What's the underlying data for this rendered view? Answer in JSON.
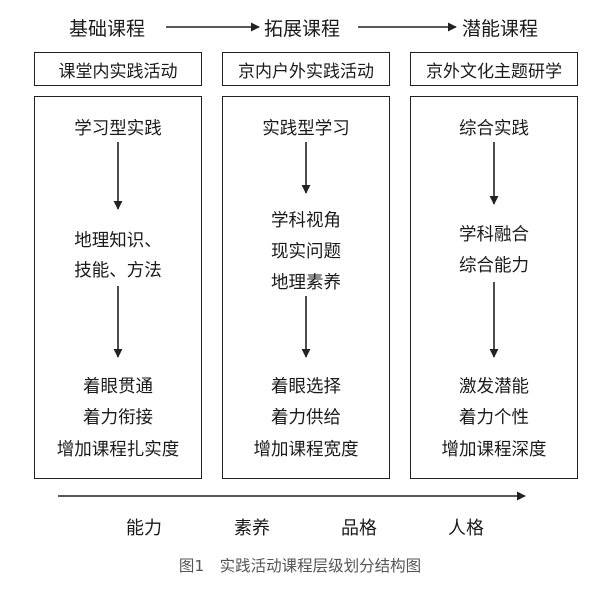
{
  "stages": [
    "基础课程",
    "拓展课程",
    "潜能课程"
  ],
  "subheaders": [
    "课堂内实践活动",
    "京内户外实践活动",
    "京外文化主题研学"
  ],
  "columns": [
    {
      "top": "学习型实践",
      "middle": [
        "地理知识、",
        "技能、方法"
      ],
      "bottom": [
        "着眼贯通",
        "着力衔接",
        "增加课程扎实度"
      ]
    },
    {
      "top": "实践型学习",
      "middle": [
        "学科视角",
        "现实问题",
        "地理素养"
      ],
      "bottom": [
        "着眼选择",
        "着力供给",
        "增加课程宽度"
      ]
    },
    {
      "top": "综合实践",
      "middle": [
        "学科融合",
        "综合能力"
      ],
      "bottom": [
        "激发潜能",
        "着力个性",
        "增加课程深度"
      ]
    }
  ],
  "qualities": [
    "能力",
    "素养",
    "品格",
    "人格"
  ],
  "caption": "图1　实践活动课程层级划分结构图"
}
